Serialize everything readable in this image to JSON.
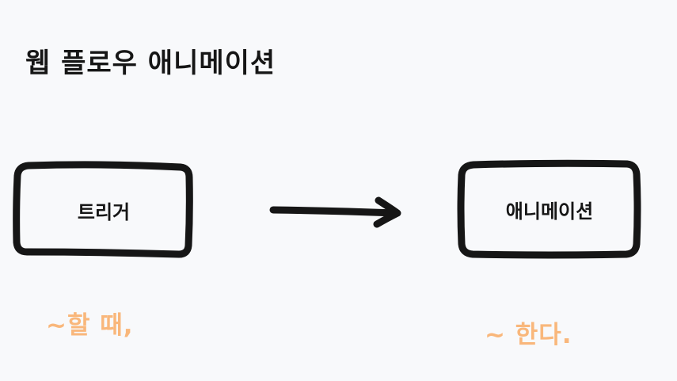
{
  "title": "웹 플로우 애니메이션",
  "nodes": {
    "trigger": {
      "label": "트리거"
    },
    "animation": {
      "label": "애니메이션"
    }
  },
  "notes": {
    "left": "~할 때,",
    "right": "~ 한다."
  },
  "colors": {
    "background": "#f8f9fb",
    "stroke": "#161616",
    "accent": "#f9b77b"
  }
}
